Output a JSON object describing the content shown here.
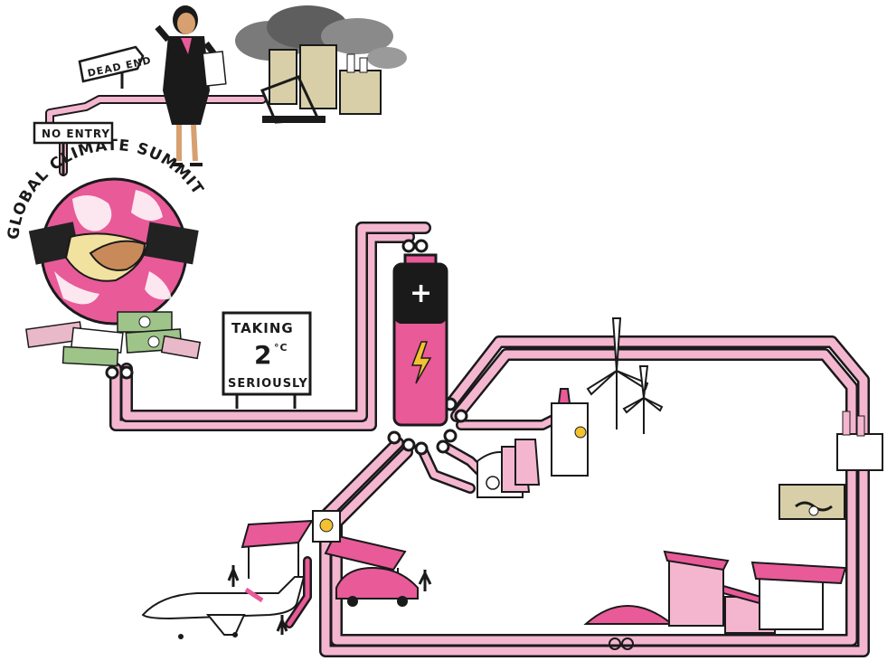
{
  "signs": {
    "dead_end": "DEAD END",
    "no_entry": "NO ENTRY",
    "taking": "TAKING",
    "degrees": "2",
    "degree_unit": "°C",
    "seriously": "SERIOUSLY"
  },
  "globe_title": "GLOBAL CLIMATE SUMMIT",
  "battery_plus": "+",
  "colors": {
    "pink": "#e85a98",
    "light_pink": "#f4b6cf",
    "ink": "#1a1a1a",
    "smoke": "#7a7a7a",
    "money": "#9fc48a",
    "sand": "#d8cfa8",
    "yellow": "#f2c230"
  }
}
